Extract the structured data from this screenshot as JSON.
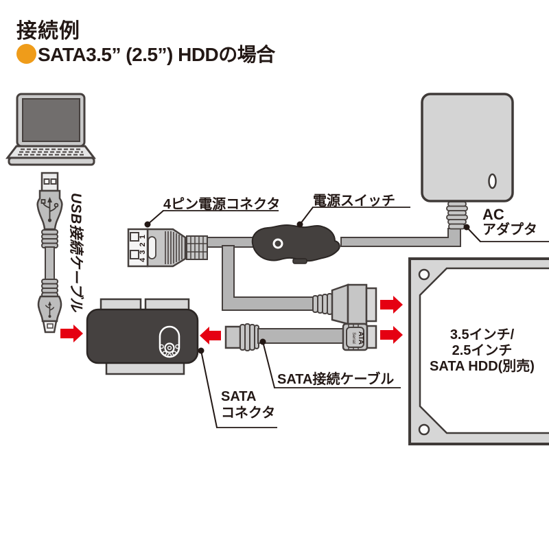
{
  "header": {
    "title": "接続例",
    "subtitle": "SATA3.5” (2.5”) HDDの場合"
  },
  "callouts": {
    "pin4_power_connector": "4ピン電源コネクタ",
    "power_switch": "電源スイッチ",
    "ac_adapter": {
      "line1": "AC",
      "line2": "アダプタ"
    },
    "usb_cable": "USB接続ケーブル",
    "sata_cable": "SATA接続ケーブル",
    "sata_connector": {
      "line1": "SATA",
      "line2": "コネクタ"
    }
  },
  "hdd": {
    "line1": "3.5インチ/",
    "line2": "2.5インチ",
    "line3": "SATA HDD(別売)"
  },
  "small_text": {
    "molex_pin_numbers": "4 3 2 1",
    "serial_ata_bold": "ATA",
    "serial_ata_small": "Serial"
  },
  "colors": {
    "accent_orange": "#ef9c1a",
    "arrow_red": "#e50012",
    "line_dark": "#231815",
    "device_dark": "#454140",
    "gray_light": "#d6d6d6",
    "gray_mid": "#b5b5b5"
  }
}
